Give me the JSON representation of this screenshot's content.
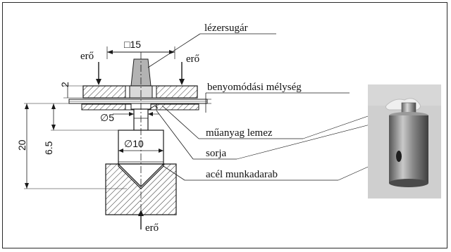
{
  "labels": {
    "laser": "lézersugár",
    "force_left": "erő",
    "force_right": "erő",
    "force_bottom": "erő",
    "depth": "benyomódási mélység",
    "plastic": "műanyag lemez",
    "burr": "sorja",
    "workpiece": "acél munkadarab"
  },
  "dimensions": {
    "square": "□15",
    "dia5": "∅5",
    "dia10": "∅10",
    "dim2": "2",
    "dim20": "20",
    "dim65": "6.5"
  },
  "colors": {
    "line": "#1a1a1a",
    "hatch": "#333333",
    "plate_fill": "#d9d9d9",
    "laser_fill": "#b3b3b3",
    "photo_bg": "#cfcfcf",
    "metal": "#7d7d7d"
  }
}
